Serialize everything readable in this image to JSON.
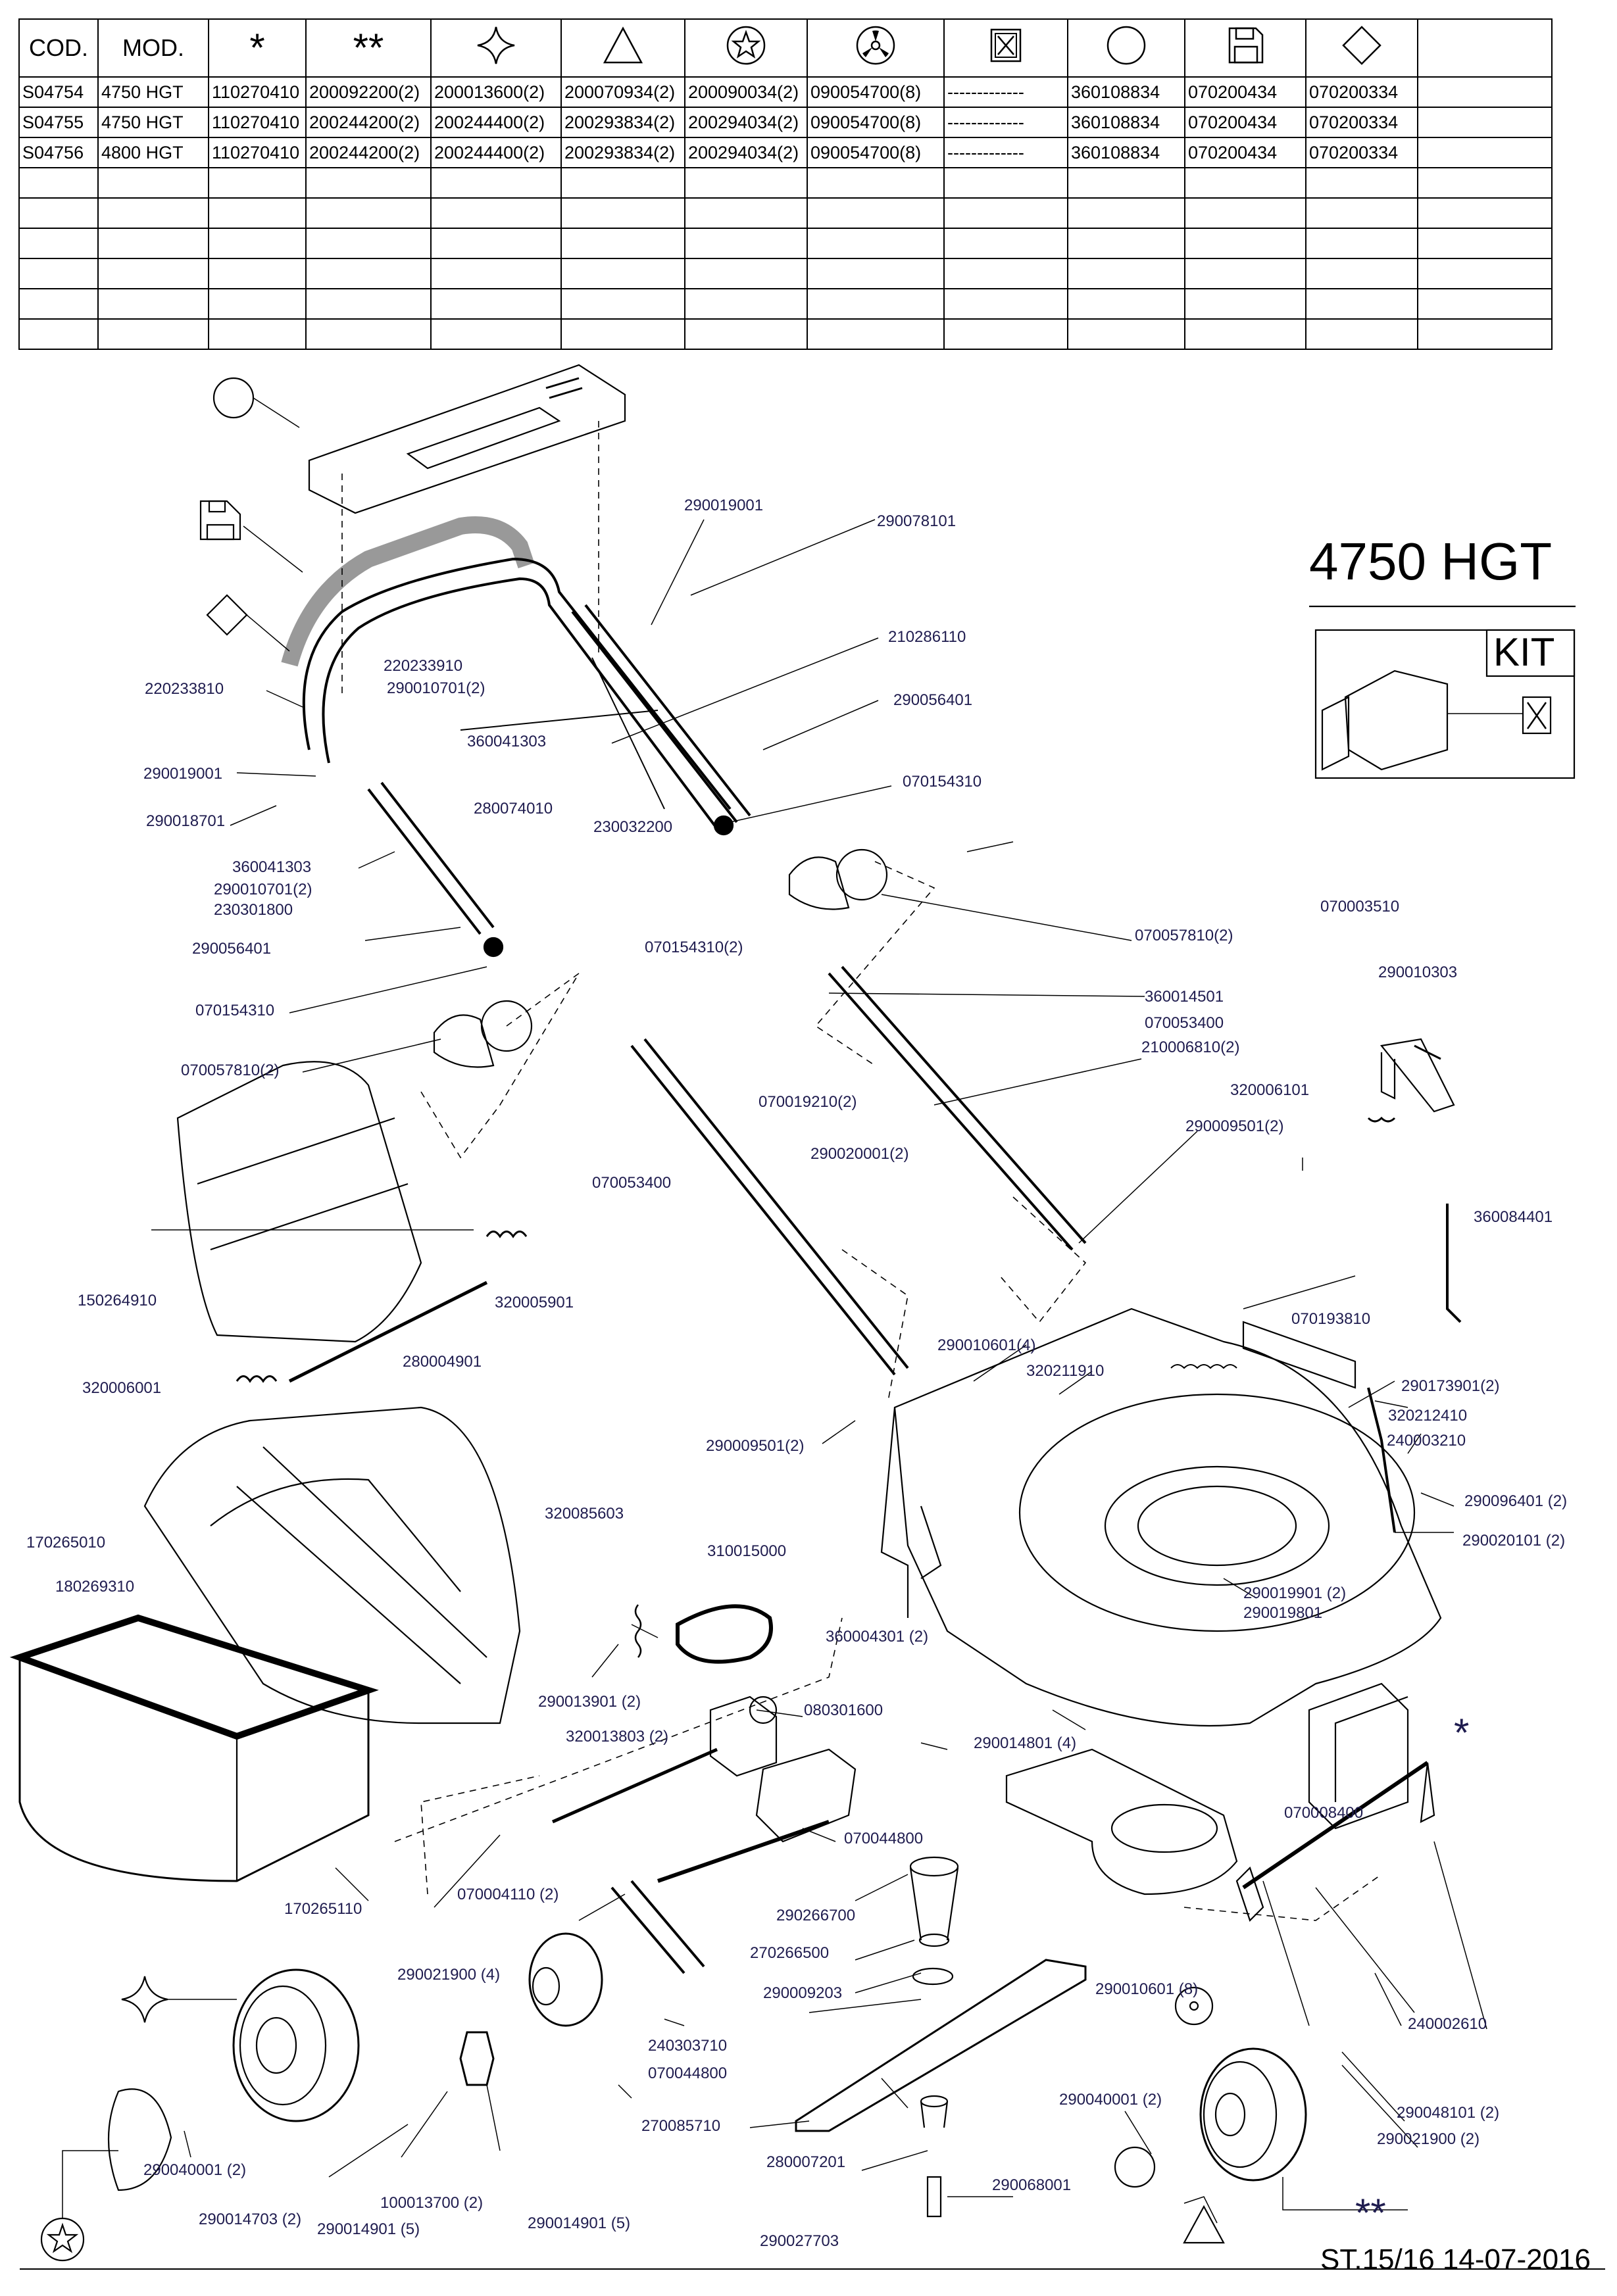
{
  "table": {
    "headers": [
      "COD.",
      "MOD.",
      "*",
      "**",
      "wheel-spokes-icon",
      "triangle-icon",
      "star-wheel-icon",
      "blade-hub-icon",
      "kit-box-icon",
      "circle-icon",
      "disk-icon",
      "diamond-icon",
      ""
    ],
    "rows": [
      [
        "S04754",
        "4750 HGT",
        "110270410",
        "200092200(2)",
        "200013600(2)",
        "200070934(2)",
        "200090034(2)",
        "090054700(8)",
        "-------------",
        "360108834",
        "070200434",
        "070200334",
        ""
      ],
      [
        "S04755",
        "4750 HGT",
        "110270410",
        "200244200(2)",
        "200244400(2)",
        "200293834(2)",
        "200294034(2)",
        "090054700(8)",
        "-------------",
        "360108834",
        "070200434",
        "070200334",
        ""
      ],
      [
        "S04756",
        "4800 HGT",
        "110270410",
        "200244200(2)",
        "200244400(2)",
        "200293834(2)",
        "200294034(2)",
        "090054700(8)",
        "-------------",
        "360108834",
        "070200434",
        "070200334",
        ""
      ],
      [
        "",
        "",
        "",
        "",
        "",
        "",
        "",
        "",
        "",
        "",
        "",
        "",
        ""
      ],
      [
        "",
        "",
        "",
        "",
        "",
        "",
        "",
        "",
        "",
        "",
        "",
        "",
        ""
      ],
      [
        "",
        "",
        "",
        "",
        "",
        "",
        "",
        "",
        "",
        "",
        "",
        "",
        ""
      ],
      [
        "",
        "",
        "",
        "",
        "",
        "",
        "",
        "",
        "",
        "",
        "",
        "",
        ""
      ],
      [
        "",
        "",
        "",
        "",
        "",
        "",
        "",
        "",
        "",
        "",
        "",
        "",
        ""
      ],
      [
        "",
        "",
        "",
        "",
        "",
        "",
        "",
        "",
        "",
        "",
        "",
        "",
        ""
      ]
    ]
  },
  "model_title": "4750 HGT",
  "kit_label": "KIT",
  "footer": "ST.15/16  14-07-2016",
  "part_labels": [
    "290019001",
    "290078101",
    "210286110",
    "290056401",
    "070154310",
    "220233910",
    "290010701(2)",
    "360041303",
    "220233810",
    "290019001",
    "290018701",
    "280074010",
    "230032200",
    "360041303",
    "290010701(2)",
    "230301800",
    "290056401",
    "070154310",
    "070057810(2)",
    "070057810(2)",
    "070154310(2)",
    "360014501",
    "070053400",
    "210006810(2)",
    "070019210(2)",
    "290020001(2)",
    "070053400",
    "290009501(2)",
    "070003510",
    "290010303",
    "320006101",
    "360084401",
    "150264910",
    "320005901",
    "280004901",
    "320006001",
    "290010601(4)",
    "320211910",
    "070193810",
    "290173901(2)",
    "320212410",
    "240003210",
    "290009501(2)",
    "290096401 (2)",
    "290020101 (2)",
    "170265010",
    "180269310",
    "320085603",
    "310015000",
    "290019901 (2)",
    "290019801",
    "360004301 (2)",
    "290013901 (2)",
    "080301600",
    "320013803 (2)",
    "290014801 (4)",
    "070008400",
    "170265110",
    "070004110 (2)",
    "070044800",
    "290266700",
    "270266500",
    "290021900 (4)",
    "290009203",
    "290010601 (8)",
    "240002610",
    "240303710",
    "070044800",
    "270085710",
    "290040001 (2)",
    "290048101 (2)",
    "290021900 (2)",
    "290040001 (2)",
    "280007201",
    "290068001",
    "100013700 (2)",
    "290014703 (2)",
    "290014901 (5)",
    "290014901 (5)",
    "290027703"
  ]
}
